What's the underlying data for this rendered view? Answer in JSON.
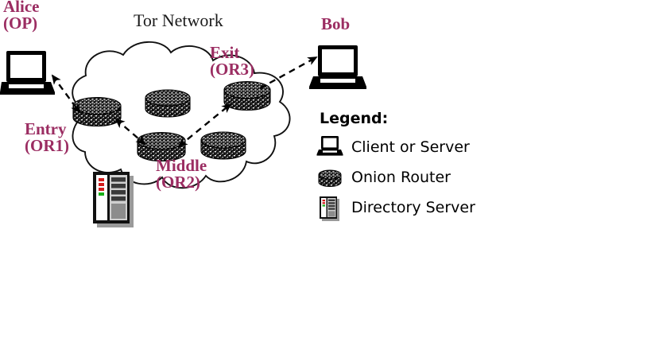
{
  "diagram": {
    "title": "Tor Network",
    "title_color": "#1a1a1a",
    "label_color": "#9B2D62",
    "background": "#ffffff",
    "nodes": [
      {
        "id": "alice",
        "label": "Alice\n(OP)",
        "icon": "laptop-icon",
        "role": "Onion Proxy client"
      },
      {
        "id": "bob",
        "label": "Bob",
        "icon": "laptop-icon",
        "role": "Destination server"
      },
      {
        "id": "entry",
        "label": "Entry\n(OR1)",
        "icon": "onion-router-icon",
        "role": "Entry onion router"
      },
      {
        "id": "middle",
        "label": "Middle\n(OR2)",
        "icon": "onion-router-icon",
        "role": "Middle onion router"
      },
      {
        "id": "exit",
        "label": "Exit\n(OR3)",
        "icon": "onion-router-icon",
        "role": "Exit onion router"
      },
      {
        "id": "dirserv",
        "label": "",
        "icon": "directory-server-icon",
        "role": "Directory server"
      }
    ],
    "unlabeled_routers": 2,
    "links": [
      {
        "from": "alice",
        "to": "entry",
        "style": "dashed",
        "arrow": "both"
      },
      {
        "from": "entry",
        "to": "middle",
        "style": "dashed",
        "arrow": "both"
      },
      {
        "from": "middle",
        "to": "exit",
        "style": "dashed",
        "arrow": "both"
      },
      {
        "from": "exit",
        "to": "bob",
        "style": "dashed",
        "arrow": "end"
      }
    ]
  },
  "legend": {
    "heading": "Legend:",
    "items": [
      {
        "icon": "laptop-icon",
        "label": "Client or Server"
      },
      {
        "icon": "onion-router-icon",
        "label": "Onion Router"
      },
      {
        "icon": "directory-server-icon",
        "label": "Directory Server"
      }
    ]
  }
}
